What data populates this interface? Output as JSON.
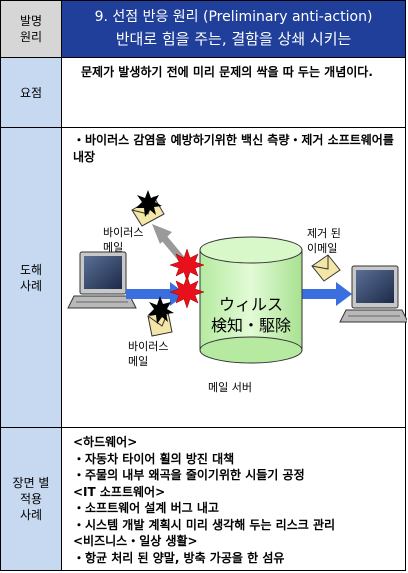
{
  "header": {
    "label": "발명\n원리",
    "title_line1": "9. 선점 반응 원리 (Preliminary anti-action)",
    "title_line2": "반대로 힘을 주는, 결함을 상쇄 시키는"
  },
  "summary": {
    "label": "요점",
    "text": "문제가 발생하기 전에 미리 문제의 싹을 따 두는 개념이다."
  },
  "illustration": {
    "label": "도해\n사례",
    "caption": "・바이러스 감염을 예방하기위한 백신 측량・제거 소프트웨어를 내장",
    "virus_mail_top": "바이러스\n메일",
    "virus_mail_bottom": "바이러스\n메일",
    "removed_mail": "제거 된\n이메일",
    "server_text": "ウィルス\n検知・駆除",
    "mail_server": "메일 서버"
  },
  "applications": {
    "label": "장면 별\n적용\n사례",
    "lines": [
      "<하드웨어>",
      "・자동차 타이어 휠의 방진 대책",
      "・주물의 내부 왜곡을 줄이기위한 시들기 공정",
      "<IT 소프트웨어>",
      "・소프트웨어 설계 버그 내고",
      "・시스템 개발 계획시 미리 생각해 두는 리스크 관리",
      "<비즈니스・일상 생활>",
      "・항균 처리 된 양말, 방축 가공을 한 섬유"
    ]
  },
  "colors": {
    "header_bg": "#1f3f9a",
    "label_bg": "#c6d9f1",
    "cylinder": "#c9f2b5",
    "arrow": "#3b6fe0",
    "burst": "#e8101a"
  }
}
